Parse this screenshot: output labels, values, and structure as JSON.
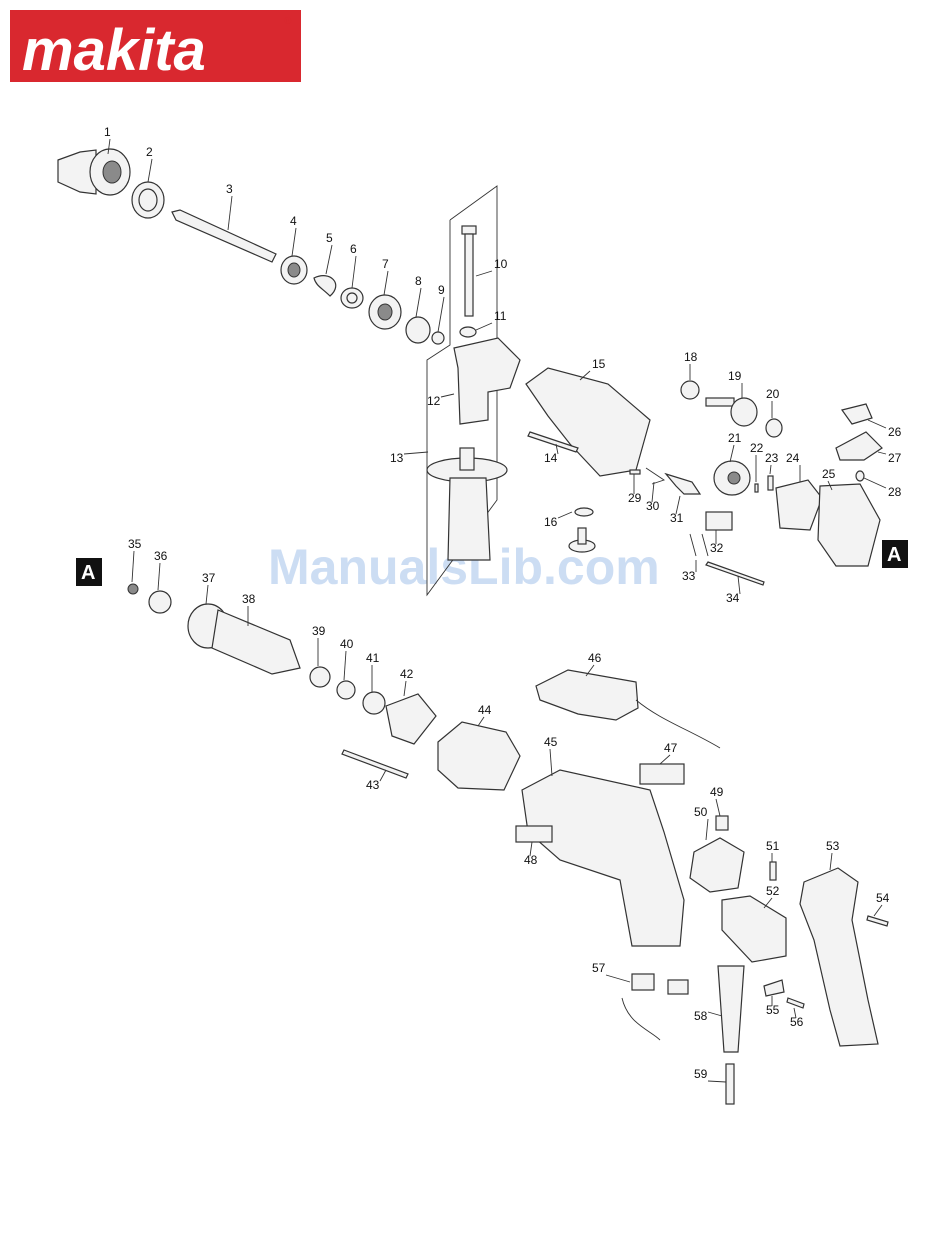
{
  "brand": {
    "name": "makita",
    "registered": "®",
    "color": "#d9282f"
  },
  "watermark": "ManualsLib.com",
  "markers": {
    "connector": "A"
  },
  "parts": [
    {
      "n": "1"
    },
    {
      "n": "2"
    },
    {
      "n": "3"
    },
    {
      "n": "4"
    },
    {
      "n": "5"
    },
    {
      "n": "6"
    },
    {
      "n": "7"
    },
    {
      "n": "8"
    },
    {
      "n": "9"
    },
    {
      "n": "10"
    },
    {
      "n": "11"
    },
    {
      "n": "12"
    },
    {
      "n": "13"
    },
    {
      "n": "14"
    },
    {
      "n": "15"
    },
    {
      "n": "16"
    },
    {
      "n": "18"
    },
    {
      "n": "19"
    },
    {
      "n": "20"
    },
    {
      "n": "21"
    },
    {
      "n": "22"
    },
    {
      "n": "23"
    },
    {
      "n": "24"
    },
    {
      "n": "25"
    },
    {
      "n": "26"
    },
    {
      "n": "27"
    },
    {
      "n": "28"
    },
    {
      "n": "29"
    },
    {
      "n": "30"
    },
    {
      "n": "31"
    },
    {
      "n": "32"
    },
    {
      "n": "33"
    },
    {
      "n": "34"
    },
    {
      "n": "35"
    },
    {
      "n": "36"
    },
    {
      "n": "37"
    },
    {
      "n": "38"
    },
    {
      "n": "39"
    },
    {
      "n": "40"
    },
    {
      "n": "41"
    },
    {
      "n": "42"
    },
    {
      "n": "43"
    },
    {
      "n": "44"
    },
    {
      "n": "45"
    },
    {
      "n": "46"
    },
    {
      "n": "47"
    },
    {
      "n": "48"
    },
    {
      "n": "49"
    },
    {
      "n": "50"
    },
    {
      "n": "51"
    },
    {
      "n": "52"
    },
    {
      "n": "53"
    },
    {
      "n": "54"
    },
    {
      "n": "55"
    },
    {
      "n": "56"
    },
    {
      "n": "57"
    },
    {
      "n": "58"
    },
    {
      "n": "59"
    }
  ]
}
